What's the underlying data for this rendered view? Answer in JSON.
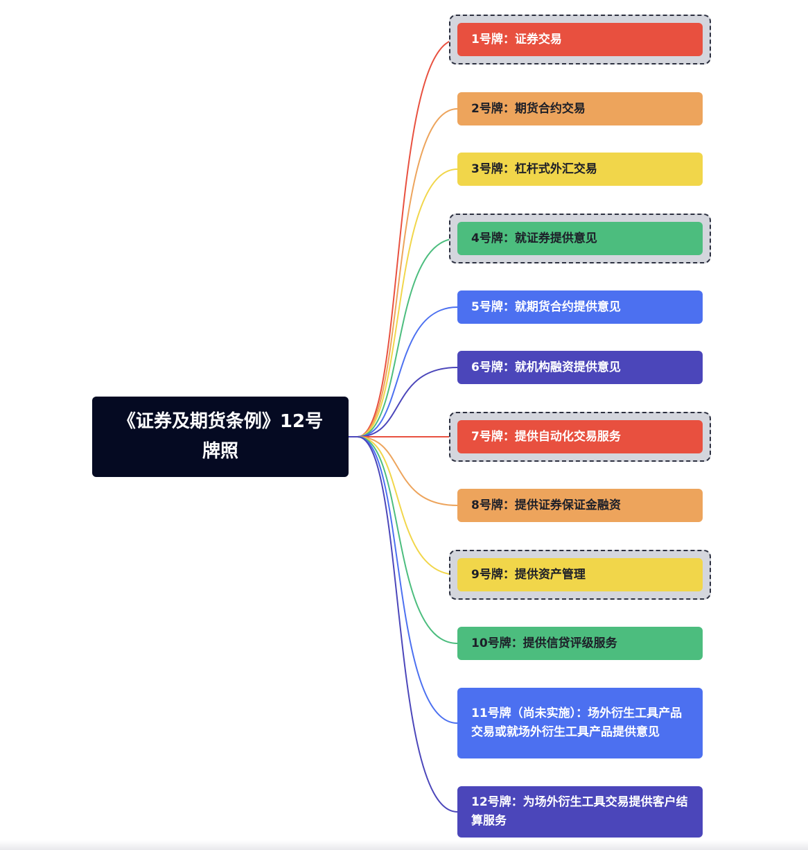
{
  "root": {
    "title": "《证券及期货条例》12号牌照"
  },
  "branches": [
    {
      "label": "1号牌：证券交易",
      "color": "#e8503f",
      "line_color": "#e8503f",
      "text_color": "light",
      "highlighted": true
    },
    {
      "label": "2号牌：期货合约交易",
      "color": "#eda45c",
      "line_color": "#eda45c",
      "text_color": "dark",
      "highlighted": false
    },
    {
      "label": "3号牌：杠杆式外汇交易",
      "color": "#f1d64a",
      "line_color": "#f1d64a",
      "text_color": "dark",
      "highlighted": false
    },
    {
      "label": "4号牌：就证券提供意见",
      "color": "#4cbd7e",
      "line_color": "#4cbd7e",
      "text_color": "dark",
      "highlighted": true
    },
    {
      "label": "5号牌：就期货合约提供意见",
      "color": "#4c70f0",
      "line_color": "#4c70f0",
      "text_color": "light",
      "highlighted": false
    },
    {
      "label": "6号牌：就机构融资提供意见",
      "color": "#4b46ba",
      "line_color": "#4b46ba",
      "text_color": "light",
      "highlighted": false
    },
    {
      "label": "7号牌：提供自动化交易服务",
      "color": "#e8503f",
      "line_color": "#e8503f",
      "text_color": "light",
      "highlighted": true
    },
    {
      "label": "8号牌：提供证券保证金融资",
      "color": "#eda45c",
      "line_color": "#eda45c",
      "text_color": "dark",
      "highlighted": false
    },
    {
      "label": "9号牌：提供资产管理",
      "color": "#f1d64a",
      "line_color": "#f1d64a",
      "text_color": "dark",
      "highlighted": true
    },
    {
      "label": "10号牌：提供信贷评级服务",
      "color": "#4cbd7e",
      "line_color": "#4cbd7e",
      "text_color": "dark",
      "highlighted": false
    },
    {
      "label": "11号牌（尚未实施）：场外衍生工具产品交易或就场外衍生工具产品提供意见",
      "color": "#4c70f0",
      "line_color": "#4c70f0",
      "text_color": "light",
      "highlighted": false
    },
    {
      "label": "12号牌：为场外衍生工具交易提供客户结算服务",
      "color": "#4b46ba",
      "line_color": "#4b46ba",
      "text_color": "light",
      "highlighted": false
    }
  ]
}
